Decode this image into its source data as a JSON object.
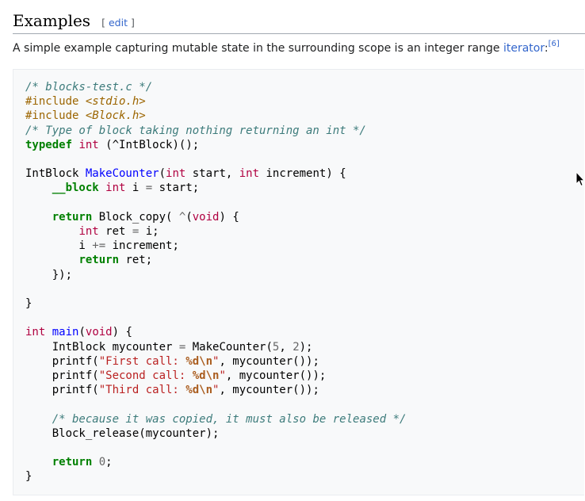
{
  "section": {
    "title": "Examples",
    "edit_open": "[",
    "edit_label": "edit",
    "edit_close": "]"
  },
  "intro": {
    "text_before": "A simple example capturing mutable state in the surrounding scope is an integer range ",
    "link_text": "iterator",
    "colon": ":",
    "citation": "[6]"
  },
  "code": {
    "language": "c",
    "lines": [
      [
        [
          "c",
          "/* blocks-test.c */"
        ]
      ],
      [
        [
          "p",
          "#include "
        ],
        [
          "pf",
          "<stdio.h>"
        ]
      ],
      [
        [
          "p",
          "#include "
        ],
        [
          "pf",
          "<Block.h>"
        ]
      ],
      [
        [
          "c",
          "/* Type of block taking nothing returning an int */"
        ]
      ],
      [
        [
          "k",
          "typedef"
        ],
        [
          "",
          " "
        ],
        [
          "t",
          "int"
        ],
        [
          "",
          " (^IntBlock)();"
        ]
      ],
      [],
      [
        [
          "",
          "IntBlock "
        ],
        [
          "f",
          "MakeCounter"
        ],
        [
          "",
          "("
        ],
        [
          "t",
          "int"
        ],
        [
          "",
          " start, "
        ],
        [
          "t",
          "int"
        ],
        [
          "",
          " increment) {"
        ]
      ],
      [
        [
          "",
          "    "
        ],
        [
          "k",
          "__block"
        ],
        [
          "",
          " "
        ],
        [
          "t",
          "int"
        ],
        [
          "",
          " i "
        ],
        [
          "o",
          "="
        ],
        [
          "",
          " start;"
        ]
      ],
      [],
      [
        [
          "",
          "    "
        ],
        [
          "k",
          "return"
        ],
        [
          "",
          " Block_copy( "
        ],
        [
          "o",
          "^"
        ],
        [
          "",
          "("
        ],
        [
          "t",
          "void"
        ],
        [
          "",
          ") {"
        ]
      ],
      [
        [
          "",
          "        "
        ],
        [
          "t",
          "int"
        ],
        [
          "",
          " ret "
        ],
        [
          "o",
          "="
        ],
        [
          "",
          " i;"
        ]
      ],
      [
        [
          "",
          "        i "
        ],
        [
          "o",
          "+="
        ],
        [
          "",
          " increment;"
        ]
      ],
      [
        [
          "",
          "        "
        ],
        [
          "k",
          "return"
        ],
        [
          "",
          " ret;"
        ]
      ],
      [
        [
          "",
          "    });"
        ]
      ],
      [],
      [
        [
          "",
          "}"
        ]
      ],
      [],
      [
        [
          "t",
          "int"
        ],
        [
          "",
          " "
        ],
        [
          "f",
          "main"
        ],
        [
          "",
          "("
        ],
        [
          "t",
          "void"
        ],
        [
          "",
          ") {"
        ]
      ],
      [
        [
          "",
          "    IntBlock mycounter "
        ],
        [
          "o",
          "="
        ],
        [
          "",
          " MakeCounter("
        ],
        [
          "n",
          "5"
        ],
        [
          "",
          ", "
        ],
        [
          "n",
          "2"
        ],
        [
          "",
          ");"
        ]
      ],
      [
        [
          "",
          "    printf("
        ],
        [
          "s",
          "\"First call: "
        ],
        [
          "e",
          "%d\\n"
        ],
        [
          "s",
          "\""
        ],
        [
          "",
          ", mycounter());"
        ]
      ],
      [
        [
          "",
          "    printf("
        ],
        [
          "s",
          "\"Second call: "
        ],
        [
          "e",
          "%d\\n"
        ],
        [
          "s",
          "\""
        ],
        [
          "",
          ", mycounter());"
        ]
      ],
      [
        [
          "",
          "    printf("
        ],
        [
          "s",
          "\"Third call: "
        ],
        [
          "e",
          "%d\\n"
        ],
        [
          "s",
          "\""
        ],
        [
          "",
          ", mycounter());"
        ]
      ],
      [],
      [
        [
          "",
          "    "
        ],
        [
          "c",
          "/* because it was copied, it must also be released */"
        ]
      ],
      [
        [
          "",
          "    Block_release(mycounter);"
        ]
      ],
      [],
      [
        [
          "",
          "    "
        ],
        [
          "k",
          "return"
        ],
        [
          "",
          " "
        ],
        [
          "n",
          "0"
        ],
        [
          "",
          ";"
        ]
      ],
      [
        [
          "",
          "}"
        ]
      ]
    ]
  },
  "colors": {
    "link": "#3366cc",
    "code_background": "#f8f9fa",
    "heading_rule": "#a2a9b1"
  },
  "icons": {
    "cursor": "mouse-pointer-icon"
  }
}
